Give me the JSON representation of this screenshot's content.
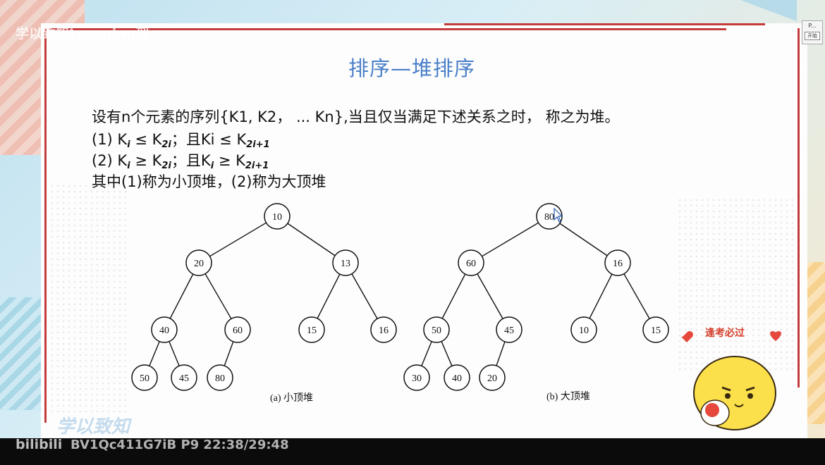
{
  "overlay": {
    "watermark": "学以致知Learning到",
    "mini_player_title": "P...",
    "mini_player_button": "开始",
    "brand_script": "学以致知",
    "bili_logo": "bilibili",
    "video_id": "BV1Qc411G7iB P9 22:38/29:48",
    "mascot_label": "逢考必过"
  },
  "slide": {
    "title": "排序—堆排序",
    "line1": "设有n个元素的序列{K1, K2， ... Kn},当且仅当满足下述关系之时， 称之为堆。",
    "line2": {
      "open": "(1) K",
      "s1": "i",
      "mid1": " ≤ K",
      "s2": "2i",
      "mid2": "；且Ki ≤ K",
      "s3": "2i+1"
    },
    "line3": {
      "open": "(2) K",
      "s1": "i",
      "mid1": " ≥ K",
      "s2": "2i",
      "mid2": "；且K",
      "s3": "i",
      "mid3": " ≥ K",
      "s4": "2i+1"
    },
    "line4": "其中(1)称为小顶堆，(2)称为大顶堆"
  },
  "heaps": [
    {
      "caption": "(a)  小顶堆",
      "nodes": [
        "10",
        "20",
        "13",
        "40",
        "60",
        "15",
        "16",
        "50",
        "45",
        "80"
      ]
    },
    {
      "caption": "(b)  大顶堆",
      "nodes": [
        "80",
        "60",
        "16",
        "50",
        "45",
        "10",
        "15",
        "30",
        "40",
        "20"
      ]
    }
  ],
  "colors": {
    "title": "#4a7fc8",
    "rule": "#c43b3b",
    "accent_red": "#d6402c"
  }
}
